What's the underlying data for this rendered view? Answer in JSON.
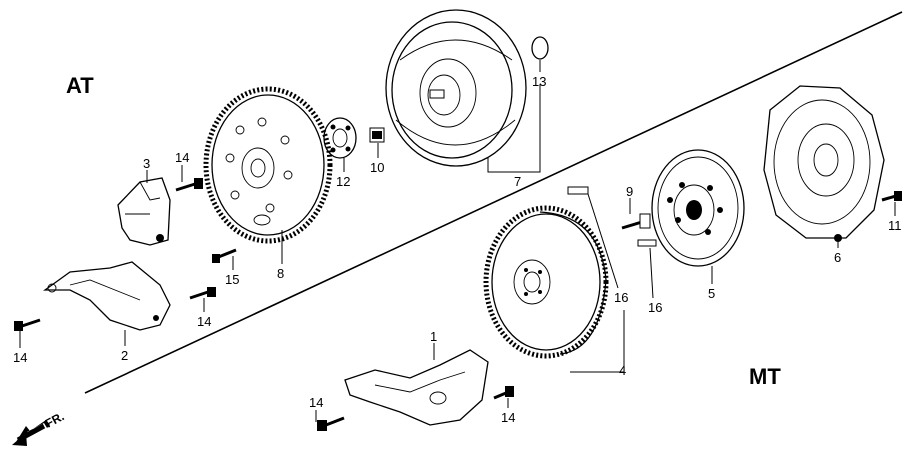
{
  "sections": {
    "at": "AT",
    "mt": "MT"
  },
  "direction": {
    "label": "FR."
  },
  "callouts": {
    "c1": "1",
    "c2": "2",
    "c3": "3",
    "c4": "4",
    "c5": "5",
    "c6": "6",
    "c7": "7",
    "c8": "8",
    "c9": "9",
    "c10": "10",
    "c11": "11",
    "c12": "12",
    "c13": "13",
    "c14a": "14",
    "c14b": "14",
    "c14c": "14",
    "c14d": "14",
    "c14e": "14",
    "c15": "15",
    "c16a": "16",
    "c16b": "16"
  }
}
